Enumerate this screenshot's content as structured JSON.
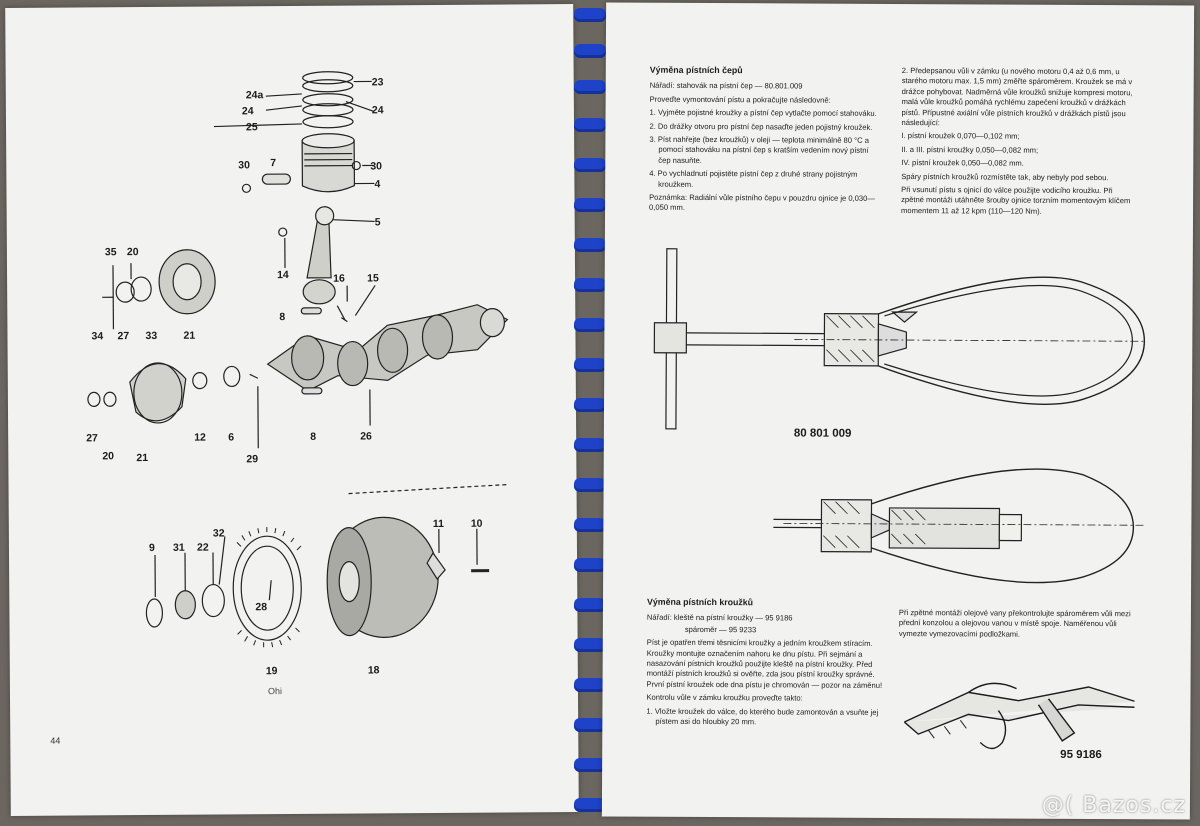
{
  "left_page": {
    "page_number": "44",
    "callouts": [
      "23",
      "24a",
      "24",
      "24",
      "25",
      "30",
      "7",
      "30",
      "4",
      "5",
      "35",
      "20",
      "14",
      "16",
      "15",
      "34",
      "27",
      "33",
      "21",
      "8",
      "27",
      "20",
      "21",
      "12",
      "6",
      "29",
      "8",
      "26",
      "9",
      "31",
      "22",
      "32",
      "28",
      "19",
      "18",
      "11",
      "10"
    ],
    "stray_mark": "Ohi"
  },
  "right_page": {
    "col1": {
      "title": "Výměna pístních čepů",
      "tool_line": "Nářadí: stahovák na pístní čep — 80.801.009",
      "intro": "Proveďte vymontování pístu a pokračujte následovně:",
      "steps": [
        "1. Vyjměte pojistné kroužky a pístní čep vytlačte pomocí stahováku.",
        "2. Do drážky otvoru pro pístní čep nasaďte jeden pojistný kroužek.",
        "3. Píst nahřejte (bez kroužků) v oleji — teplota minimálně 80 °C a pomocí stahováku na pístní čep s kratším vedením nový pístní čep nasuňte.",
        "4. Po vychladnutí pojistěte pístní čep z druhé strany pojistným kroužkem."
      ],
      "note": "Poznámka: Radiální vůle pístního čepu v pouzdru ojnice je 0,030—0,050 mm."
    },
    "col2": {
      "p1": "2. Předepsanou vůli v zámku (u nového motoru 0,4 až 0,6 mm, u starého motoru max. 1,5 mm) změřte spároměrem. Kroužek se má v drážce pohybovat. Nadměrná vůle kroužků snižuje kompresi motoru, malá vůle kroužků pomáhá rychlému zapečení kroužků v drážkách pístů. Přípustné axiální vůle pístních kroužků v drážkách pístů jsou následující:",
      "values": [
        "I. pístní kroužek 0,070—0,102 mm;",
        "II. a III. pístní kroužky 0,050—0,082 mm;",
        "IV. pístní kroužek 0,050—0,082 mm."
      ],
      "p2": "Spáry pístních kroužků rozmístěte tak, aby nebyly pod sebou.",
      "p3": "Při vsunutí pístu s ojnicí do válce použijte vodicího kroužku. Při zpětné montáži utáhněte šrouby ojnice torzním momentovým klíčem momentem 11 až 12 kpm (110—120 Nm)."
    },
    "tool_code": "80 801 009",
    "section2": {
      "title": "Výměna pístních kroužků",
      "tool_line1": "Nářadí: kleště na pístní kroužky — 95 9186",
      "tool_line2": "spároměr — 95 9233",
      "p1": "Píst je opatřen třemi těsnicími kroužky a jedním kroužkem stíracím. Kroužky montujte označením nahoru ke dnu pístu. Při sejmání a nasazování pístních kroužků použijte kleště na pístní kroužky. Před montáží pístních kroužků si ověřte, zda jsou pístní kroužky správné. První pístní kroužek ode dna pístu je chromován — pozor na záměnu!",
      "p2": "Kontrolu vůle v zámku kroužku proveďte takto:",
      "step1": "1. Vložte kroužek do válce, do kterého bude zamontován a vsuňte jej pístem asi do hloubky 20 mm."
    },
    "section2_right": "Při zpětné montáži olejové vany překontrolujte spároměrem vůli mezi přední konzolou a olejovou vanou v místě spoje. Naměřenou vůli vymezte vymezovacími podložkami.",
    "pliers_code": "95 9186"
  },
  "watermark": "@( Bazos.cz"
}
